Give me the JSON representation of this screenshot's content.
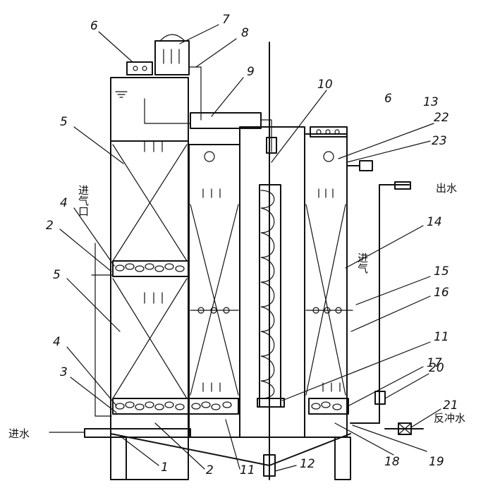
{
  "labels": {
    "n1": "1",
    "n2": "2",
    "n2b": "2",
    "n3": "3",
    "n4": "4",
    "n4b": "4",
    "n5": "5",
    "n5b": "5",
    "n6": "6",
    "n6b": "6",
    "n7": "7",
    "n8": "8",
    "n9": "9",
    "n10": "10",
    "n11": "11",
    "n11b": "11",
    "n12": "12",
    "n13": "13",
    "n14": "14",
    "n15": "15",
    "n16": "16",
    "n17": "17",
    "n18": "18",
    "n19": "19",
    "n20": "20",
    "n21": "21",
    "n22": "22",
    "n23": "23"
  },
  "annotations": {
    "inlet_water": "进水",
    "outlet_water": "出水",
    "backwash_water": "反冲水",
    "air_inlet_left": "进气口",
    "air_inlet_right": "进气"
  }
}
